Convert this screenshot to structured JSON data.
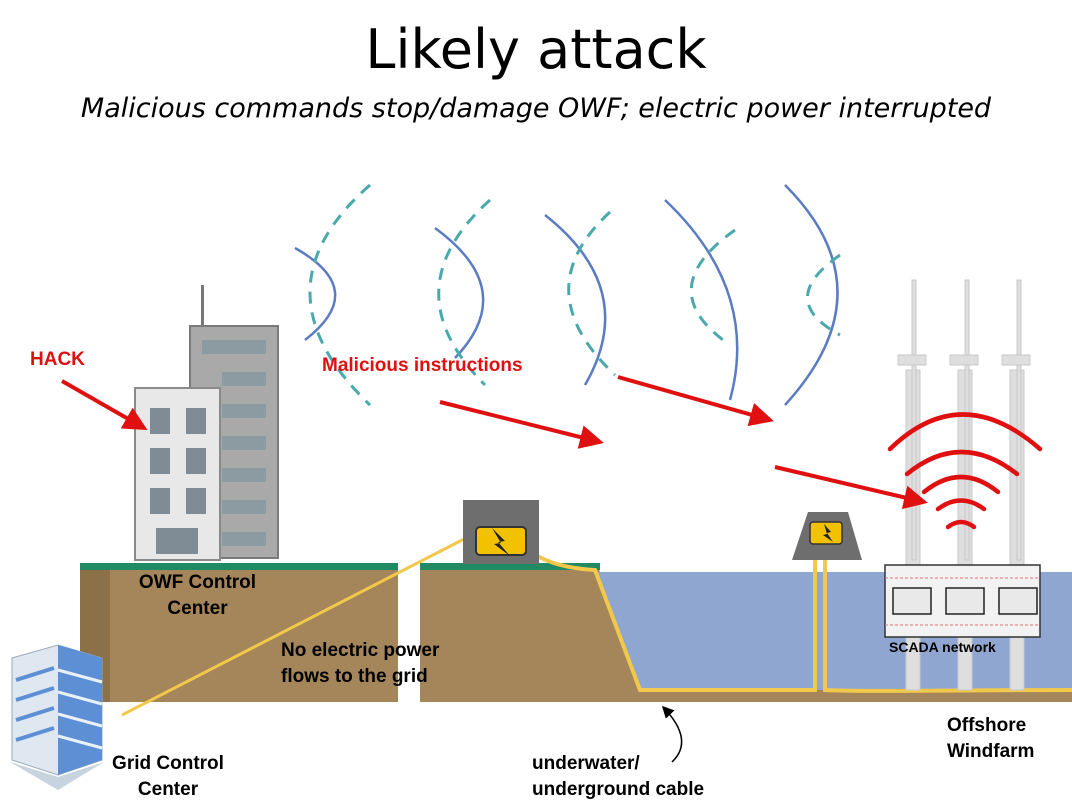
{
  "title": "Likely attack",
  "subtitle": "Malicious commands stop/damage OWF; electric power interrupted",
  "labels": {
    "hack": "HACK",
    "malicious": "Malicious instructions",
    "owf_line1": "OWF Control",
    "owf_line2": "Center",
    "no_power_line1": "No electric power",
    "no_power_line2": "flows to the grid",
    "scada": "SCADA network",
    "offshore_line1": "Offshore",
    "offshore_line2": "Windfarm",
    "grid_line1": "Grid Control",
    "grid_line2": "Center",
    "cable_line1": "underwater/",
    "cable_line2": "underground cable"
  },
  "colors": {
    "attack": "#e01010",
    "ground": "#a4865a",
    "grass": "#1f8a63",
    "water": "#8ea6d0",
    "cable": "#f2c84b",
    "wave": "#5b7cc2",
    "wave_dashed": "#4aa9ad"
  }
}
